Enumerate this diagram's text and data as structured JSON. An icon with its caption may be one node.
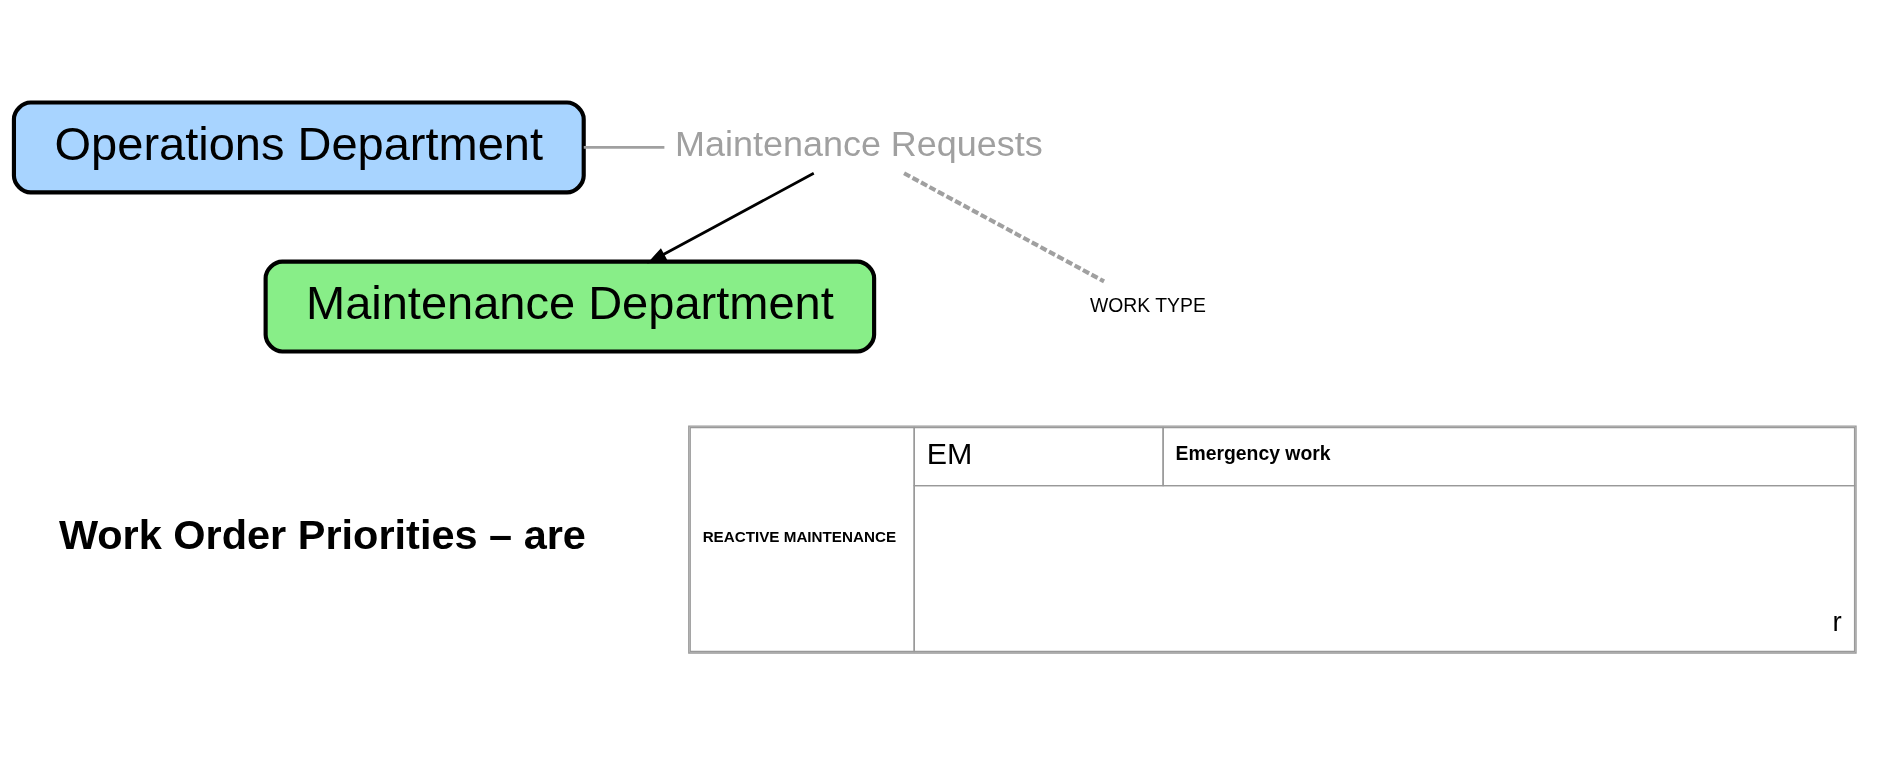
{
  "diagram": {
    "nodes": [
      {
        "text": [
          "Maintenance Requests"
        ]
      },
      {
        "text": [
          "Operations Department"
        ]
      },
      {
        "text": [
          "Maintenance Department"
        ]
      },
      {
        "text": [
          "WORK TYPE"
        ]
      }
    ],
    "edges": [
      {
        "from": 1,
        "to": 0,
        "arrow": "none",
        "color": "#a0a0a0"
      },
      {
        "from": 0,
        "to": 2,
        "arrow": "to",
        "color": "#000000"
      },
      {
        "from": 0,
        "to": 3,
        "arrow": "none",
        "style": "dashed",
        "color": "#a0a0a0"
      }
    ],
    "labels": [
      "REACTIVE MAINTENANCE",
      "EM",
      "Emergency work",
      "r",
      "Work Order Priorities – are"
    ]
  }
}
